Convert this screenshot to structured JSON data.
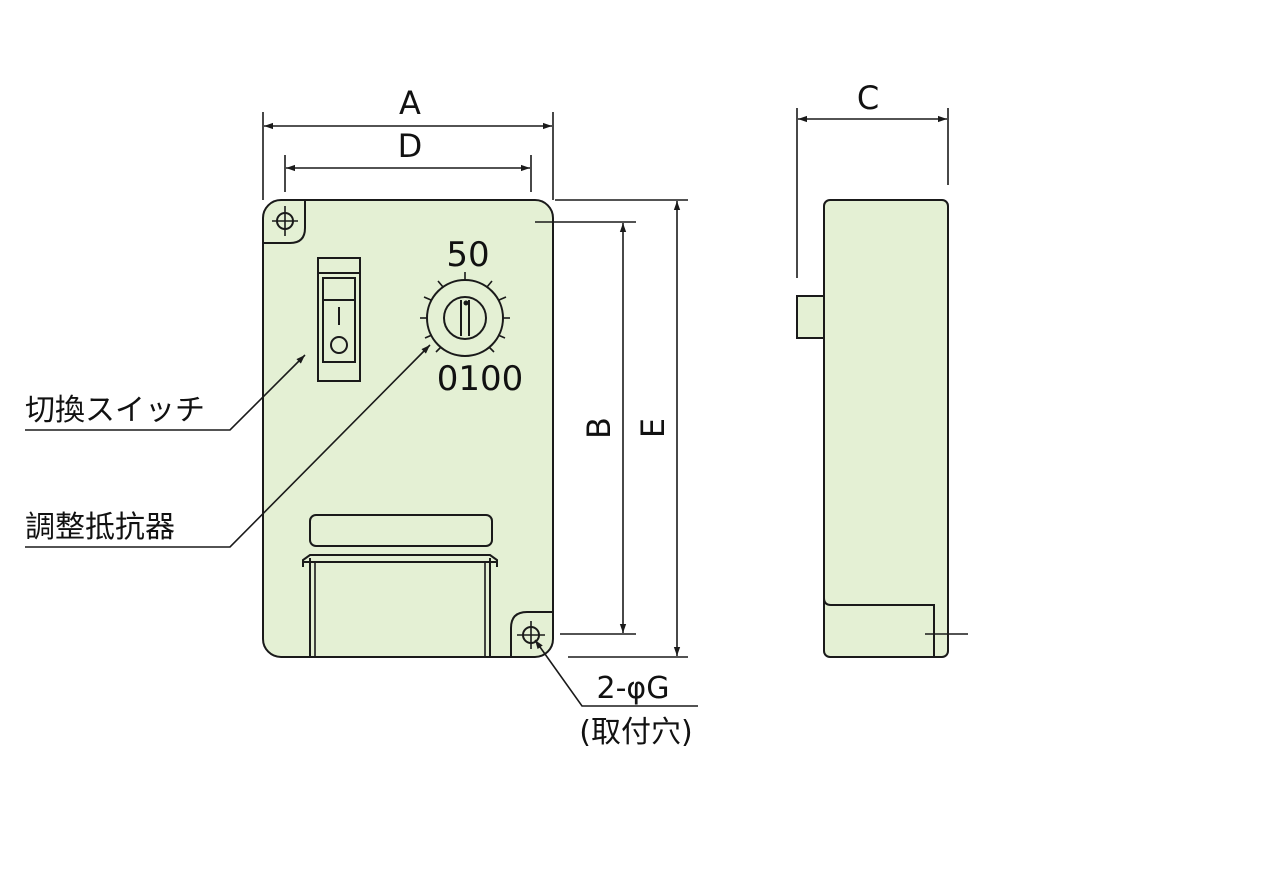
{
  "dimensions": {
    "a": "A",
    "b": "B",
    "c": "C",
    "d": "D",
    "e": "E"
  },
  "dial": {
    "label_top": "50",
    "label_bottom": "0100"
  },
  "callouts": {
    "switch": "切換スイッチ",
    "resistor": "調整抵抗器",
    "hole_spec": "2-φG",
    "hole_name": "(取付穴)"
  },
  "colors": {
    "body": "#e4f0d4",
    "line": "#1a1a1a"
  }
}
